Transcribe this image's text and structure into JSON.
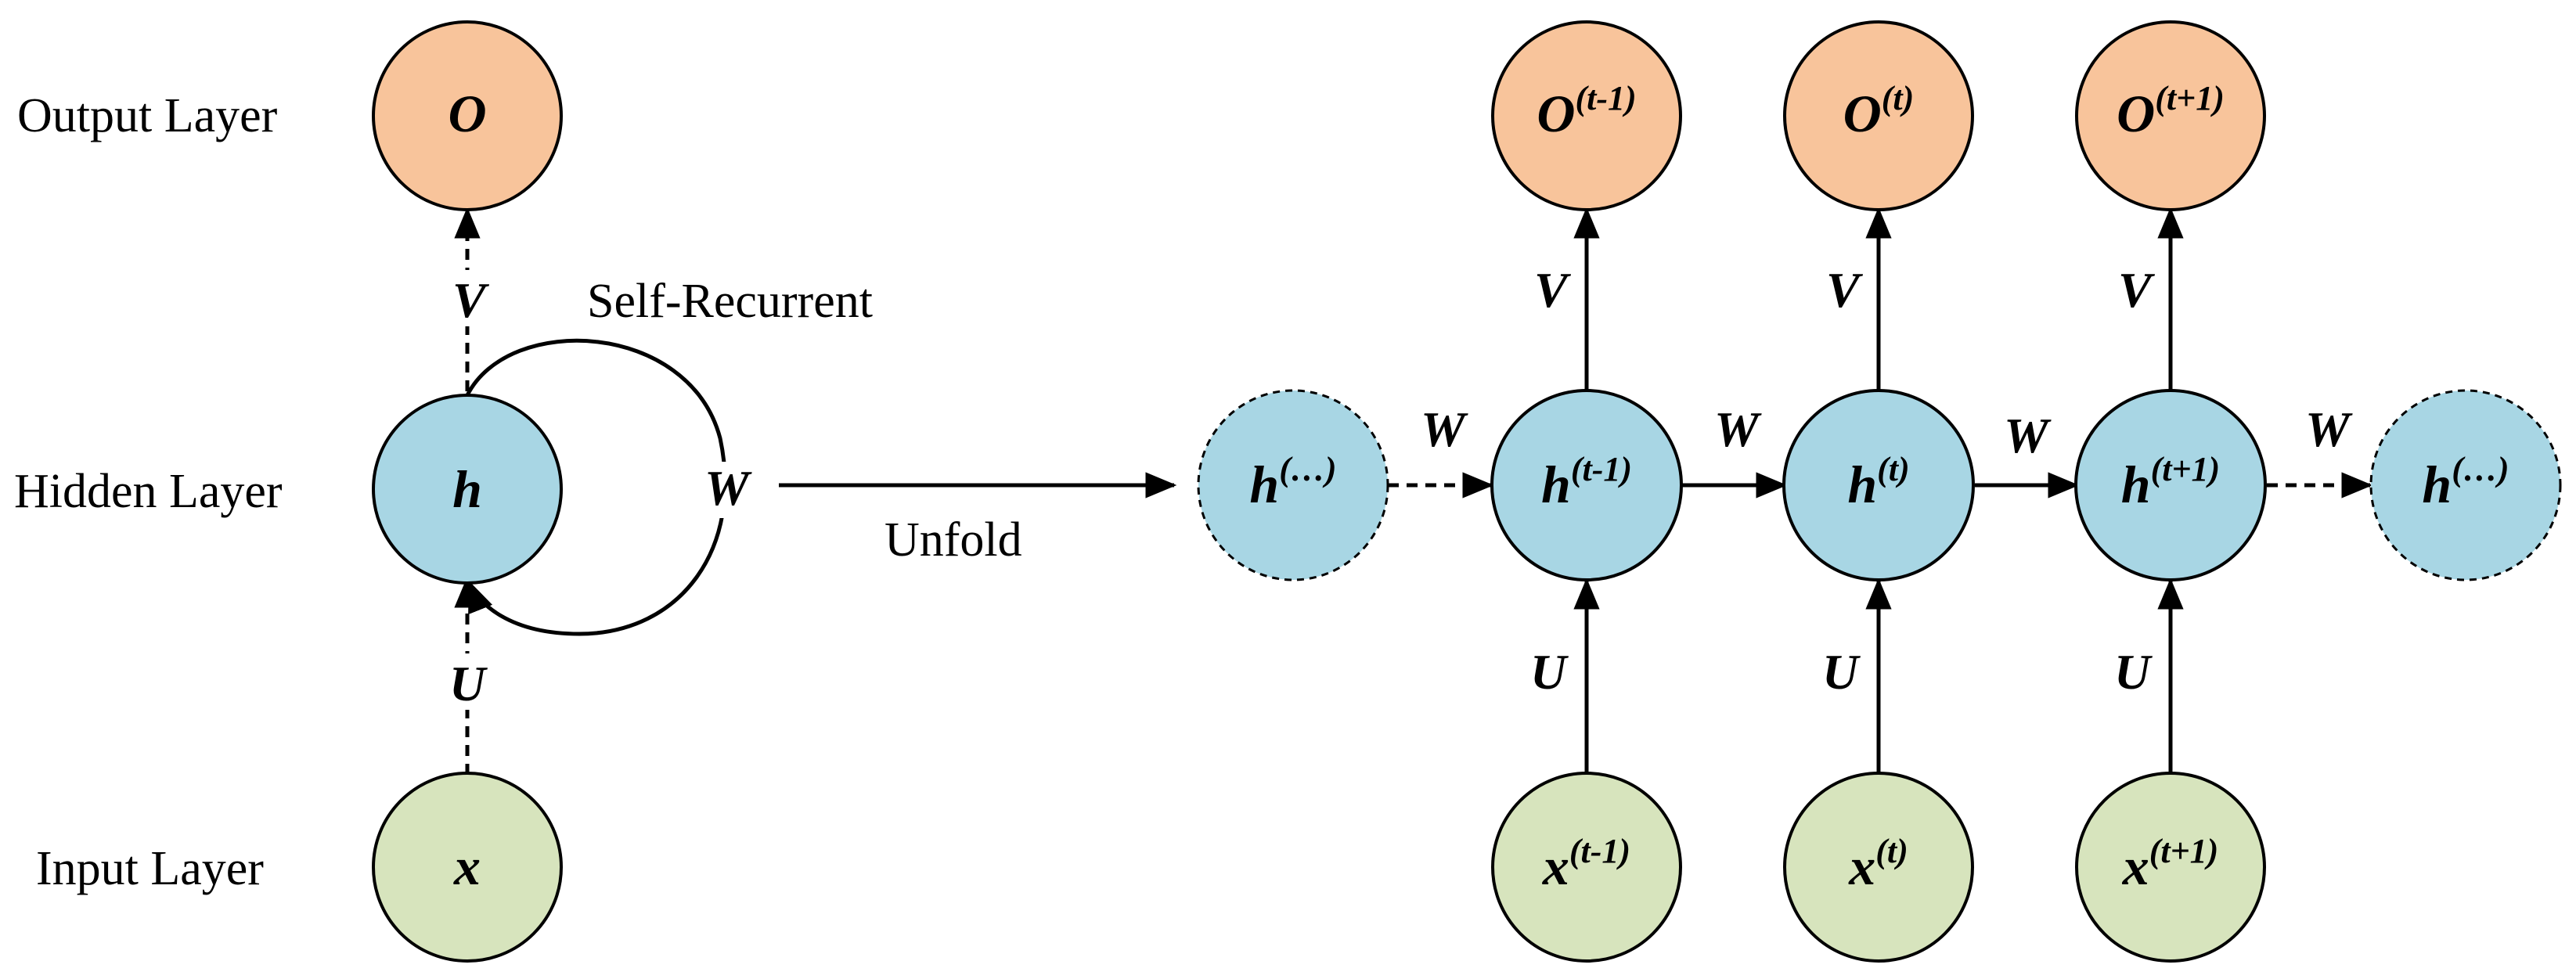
{
  "layers": {
    "output": "Output Layer",
    "hidden": "Hidden Layer",
    "input": "Input Layer"
  },
  "colors": {
    "output_node": "#f8c49b",
    "hidden_node": "#a8d6e4",
    "input_node": "#d7e4bd"
  },
  "folded": {
    "output": "O",
    "hidden": "h",
    "input": "x",
    "self_recurrent": "Self-Recurrent",
    "weight_v": "V",
    "weight_u": "U",
    "weight_w": "W"
  },
  "unfold_label": "Unfold",
  "unfolded": {
    "hidden_prev_ellipsis": {
      "base": "h",
      "sup": "(…)"
    },
    "hidden_next_ellipsis": {
      "base": "h",
      "sup": "(…)"
    },
    "steps": [
      {
        "output": {
          "base": "O",
          "sup": "(t-1)"
        },
        "hidden": {
          "base": "h",
          "sup": "(t-1)"
        },
        "input": {
          "base": "x",
          "sup": "(t-1)"
        },
        "v": "V",
        "u": "U"
      },
      {
        "output": {
          "base": "O",
          "sup": "(t)"
        },
        "hidden": {
          "base": "h",
          "sup": "(t)"
        },
        "input": {
          "base": "x",
          "sup": "(t)"
        },
        "v": "V",
        "u": "U"
      },
      {
        "output": {
          "base": "O",
          "sup": "(t+1)"
        },
        "hidden": {
          "base": "h",
          "sup": "(t+1)"
        },
        "input": {
          "base": "x",
          "sup": "(t+1)"
        },
        "v": "V",
        "u": "U"
      }
    ],
    "w_labels": [
      "W",
      "W",
      "W",
      "W"
    ]
  }
}
